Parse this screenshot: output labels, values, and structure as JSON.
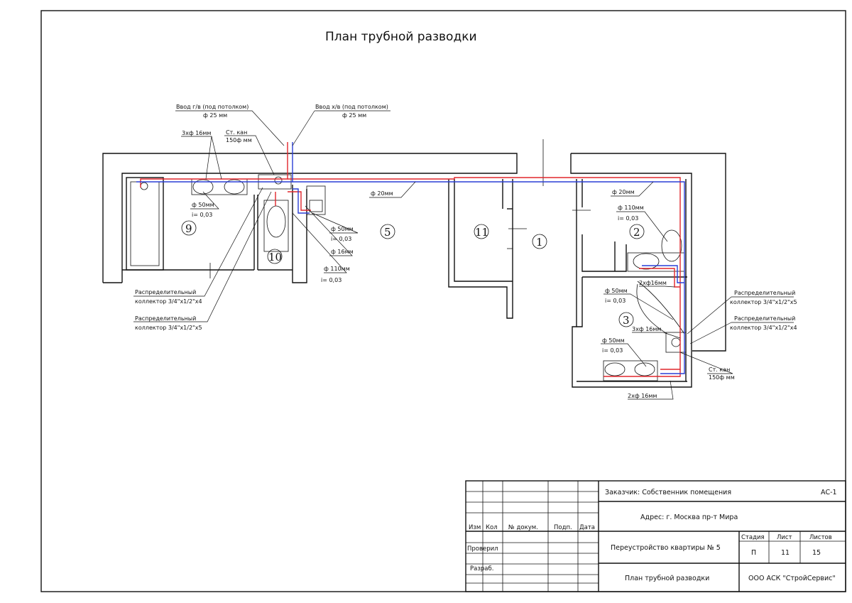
{
  "title": "План трубной разводки",
  "rooms": [
    "9",
    "10",
    "5",
    "11",
    "1",
    "2",
    "3"
  ],
  "labels": {
    "hot_inlet": "Ввод г/в (под потолком)",
    "hot_inlet_dia": "ф 25 мм",
    "cold_inlet": "Ввод х/в (под потолком)",
    "cold_inlet_dia": "ф 25 мм",
    "pipes_3x16_a": "3хф 16мм",
    "stack_a": "Ст. кан",
    "stack_a_dia": "150ф мм",
    "d50_a": "ф 50мм",
    "i_a": "i= 0,03",
    "d20_a": "ф 20мм",
    "d50_b": "ф 50мм",
    "i_b": "i= 0,03",
    "d16": "ф 16мм",
    "d110_a": "ф 110мм",
    "i_c": "i= 0,03",
    "coll_a_1": "Распределительный",
    "coll_a_2": "коллектор 3/4\"х1/2\"х4",
    "coll_b_1": "Распределительный",
    "coll_b_2": "коллектор 3/4\"х1/2\"х5",
    "d20_b": "ф 20мм",
    "d110_b": "ф 110мм",
    "i_d": "i= 0,03",
    "pipes_2x16_a": "2хф16мм",
    "d50_c": "ф 50мм",
    "i_e": "i= 0,03",
    "pipes_3x16_b": "3хф 16мм",
    "d50_d": "ф 50мм",
    "i_f": "i= 0,03",
    "coll_c_1": "Распределительный",
    "coll_c_2": "коллектор 3/4\"х1/2\"х5",
    "coll_d_1": "Распределительный",
    "coll_d_2": "коллектор 3/4\"х1/2\"х4",
    "stack_b": "Ст. кан",
    "stack_b_dia": "150ф мм",
    "pipes_2x16_b": "2хф 16мм"
  },
  "title_block": {
    "headers": [
      "Изм",
      "Кол",
      "№ докум.",
      "Подп.",
      "Дата"
    ],
    "checked": "Проверил",
    "developed": "Разраб.",
    "customer": "Заказчик: Собственник помещения",
    "code": "АС-1",
    "address": "Адрес: г. Москва пр-т Мира",
    "project": "Переустройство квартиры № 5",
    "sheet_name": "План трубной разводки",
    "stage_label": "Стадия",
    "sheet_label": "Лист",
    "sheets_label": "Листов",
    "stage": "П",
    "sheet": "11",
    "sheets": "15",
    "company": "ООО АСК \"СтройСервис\""
  },
  "colors": {
    "hot_water": "#e0262c",
    "cold_water": "#2a3fd6",
    "lines": "#111111"
  }
}
